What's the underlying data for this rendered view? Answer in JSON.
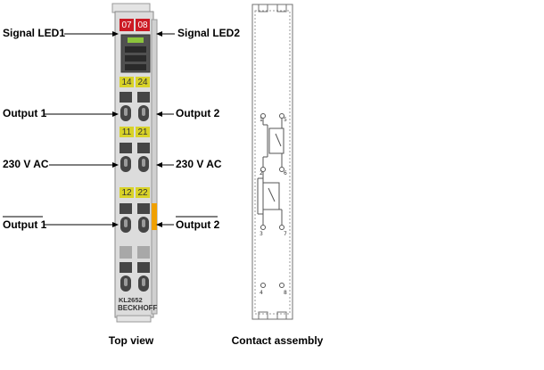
{
  "callouts": {
    "signal_led1": "Signal LED1",
    "signal_led2": "Signal LED2",
    "output1_top": "Output 1",
    "output2_top": "Output 2",
    "voltage_left": "230 V AC",
    "voltage_right": "230 V AC",
    "output1_bottom": "Output 1",
    "output2_bottom": "Output 2"
  },
  "module": {
    "leds": [
      "07",
      "08"
    ],
    "terminal_groups": [
      [
        "14",
        "24"
      ],
      [
        "11",
        "21"
      ],
      [
        "12",
        "22"
      ]
    ],
    "model": "KL2652",
    "brand": "BECKHOFF"
  },
  "contact_pins": [
    "1",
    "5",
    "2",
    "6",
    "3",
    "7",
    "4",
    "8"
  ],
  "captions": {
    "top_view": "Top view",
    "contact_assembly": "Contact assembly"
  },
  "colors": {
    "led_red": "#cc1a24",
    "tag_yellow": "#d8d228",
    "orange_strip": "#f0a000",
    "housing": "#dcdcdc"
  }
}
